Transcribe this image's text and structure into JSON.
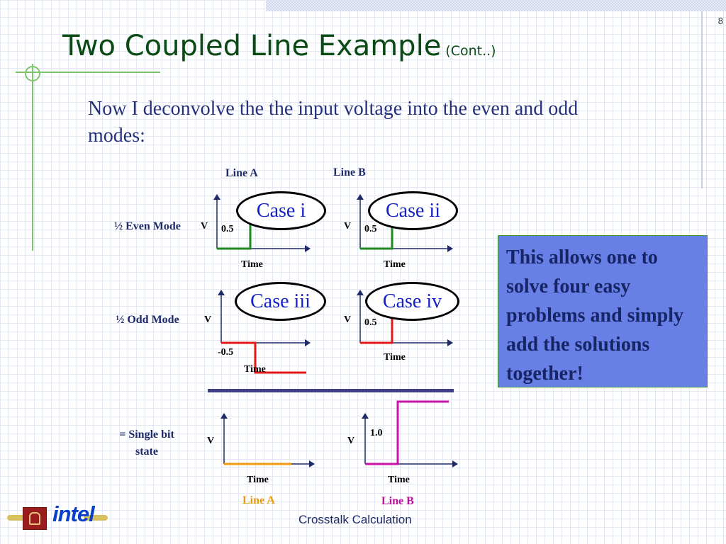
{
  "slide": {
    "page_number": "8",
    "title": "Two Coupled Line Example",
    "title_sub": "(Cont..)",
    "intro": "Now I deconvolve the the input voltage into the even and odd modes:",
    "col_a": "Line A",
    "col_b": "Line B",
    "row_even": "½ Even Mode",
    "row_odd": "½ Odd Mode",
    "row_sum": "= Single bit state",
    "callout": "This allows one to solve four easy problems and simply add the solutions together!",
    "footer": "Crosstalk Calculation",
    "bottom_a": "Line A",
    "bottom_b": "Line B",
    "logo_text": "intel"
  },
  "cases": [
    "Case i",
    "Case ii",
    "Case iii",
    "Case iv"
  ],
  "axis": {
    "v": "V",
    "time": "Time"
  },
  "levels": {
    "half": "0.5",
    "neg_half": "-0.5",
    "one": "1.0"
  },
  "colors": {
    "even": "#1e8a1e",
    "odd": "#e01818",
    "sum_a": "#f29a12",
    "sum_b": "#cc10a8"
  },
  "plots": [
    {
      "id": "even-a",
      "trace": [
        [
          0,
          0
        ],
        [
          1,
          0
        ],
        [
          1,
          0.5
        ],
        [
          2,
          0.5
        ]
      ],
      "color": "even"
    },
    {
      "id": "even-b",
      "trace": [
        [
          0,
          0
        ],
        [
          1,
          0
        ],
        [
          1,
          0.5
        ],
        [
          2,
          0.5
        ]
      ],
      "color": "even"
    },
    {
      "id": "odd-a",
      "trace": [
        [
          0,
          0
        ],
        [
          1,
          0
        ],
        [
          1,
          -0.5
        ],
        [
          2,
          -0.5
        ]
      ],
      "color": "odd"
    },
    {
      "id": "odd-b",
      "trace": [
        [
          0,
          0
        ],
        [
          1,
          0
        ],
        [
          1,
          0.5
        ],
        [
          2,
          0.5
        ]
      ],
      "color": "odd"
    },
    {
      "id": "sum-a",
      "trace": [
        [
          0,
          0
        ],
        [
          2,
          0
        ]
      ],
      "color": "sum_a"
    },
    {
      "id": "sum-b",
      "trace": [
        [
          0,
          0
        ],
        [
          1,
          0
        ],
        [
          1,
          1.0
        ],
        [
          2,
          1.0
        ]
      ],
      "color": "sum_b"
    }
  ]
}
